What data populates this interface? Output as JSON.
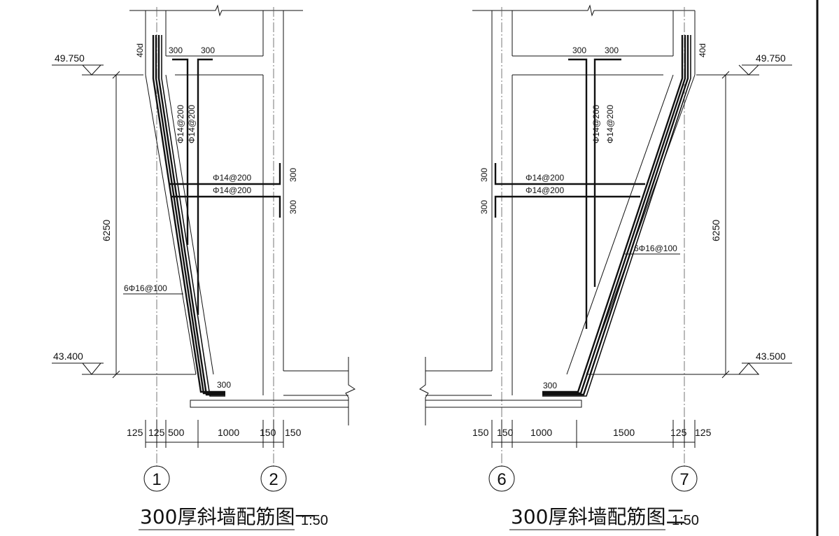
{
  "drawings": [
    {
      "title": "300厚斜墙配筋图一",
      "scale": "1:50",
      "top_elevation": "49.750",
      "bottom_elevation": "43.400",
      "height_dim": "6250",
      "anchor_length": "40d",
      "top_hooks": [
        "300",
        "300"
      ],
      "right_hooks": [
        "300",
        "300"
      ],
      "bottom_hook": "300",
      "vertical_bars": [
        "Φ14@200",
        "Φ14@200"
      ],
      "horizontal_bars": [
        "Φ14@200",
        "Φ14@200"
      ],
      "main_bars": "6Φ16@100",
      "bottom_dims": [
        "125",
        "125",
        "500",
        "1000",
        "150",
        "150"
      ],
      "axes": [
        "1",
        "2"
      ]
    },
    {
      "title": "300厚斜墙配筋图二",
      "scale": "1:50",
      "top_elevation": "49.750",
      "bottom_elevation": "43.500",
      "height_dim": "6250",
      "anchor_length": "40d",
      "top_hooks": [
        "300",
        "300"
      ],
      "left_hooks": [
        "300",
        "300"
      ],
      "bottom_hook": "300",
      "vertical_bars": [
        "Φ14@200",
        "Φ14@200"
      ],
      "horizontal_bars": [
        "Φ14@200",
        "Φ14@200"
      ],
      "main_bars": "6Φ16@100",
      "bottom_dims": [
        "150",
        "150",
        "1000",
        "1500",
        "125",
        "125"
      ],
      "axes": [
        "6",
        "7"
      ]
    }
  ]
}
